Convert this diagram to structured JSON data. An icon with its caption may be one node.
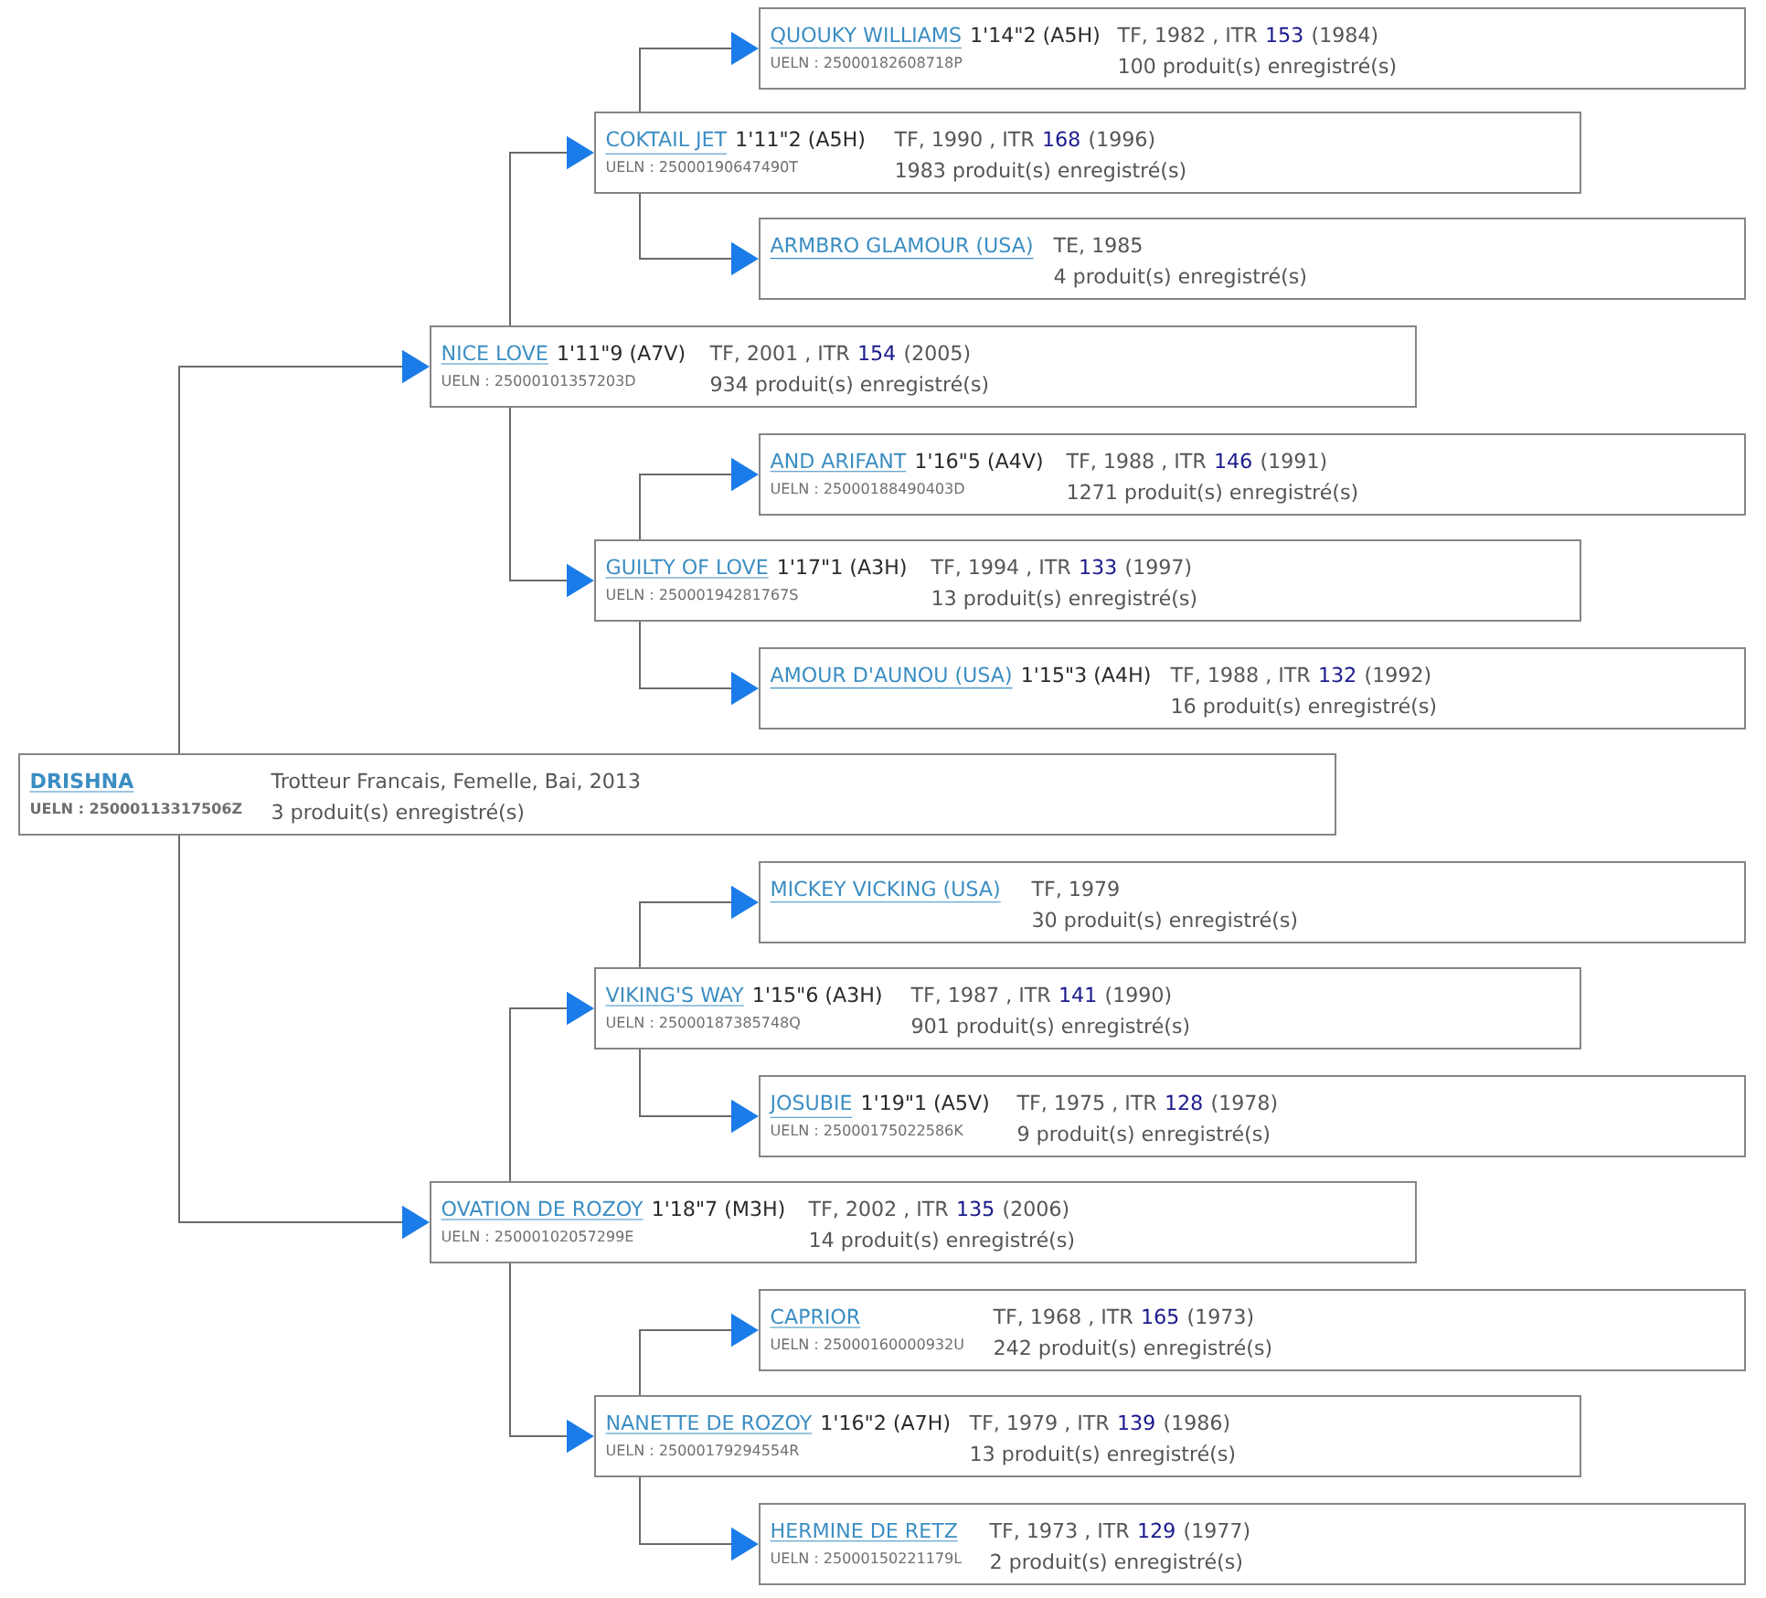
{
  "diagram": {
    "nodes": [
      {
        "text": [
          "QUOUKY WILLIAMS",
          "1'14\"2 (A5H)",
          "UELN : 25000182608718P",
          "TF, 1982 , ITR",
          "153",
          "(1984)",
          "100 produit(s) enregistré(s)"
        ]
      },
      {
        "text": [
          "COKTAIL JET",
          "1'11\"2 (A5H)",
          "UELN : 25000190647490T",
          "TF, 1990 , ITR",
          "168",
          "(1996)",
          "1983 produit(s) enregistré(s)"
        ]
      },
      {
        "text": [
          "ARMBRO GLAMOUR (USA)",
          "TE, 1985",
          "4 produit(s) enregistré(s)"
        ]
      },
      {
        "text": [
          "NICE LOVE",
          "1'11\"9 (A7V)",
          "UELN : 25000101357203D",
          "TF, 2001 , ITR",
          "154",
          "(2005)",
          "934 produit(s) enregistré(s)"
        ]
      },
      {
        "text": [
          "AND ARIFANT",
          "1'16\"5 (A4V)",
          "UELN : 25000188490403D",
          "TF, 1988 , ITR",
          "146",
          "(1991)",
          "1271 produit(s) enregistré(s)"
        ]
      },
      {
        "text": [
          "GUILTY OF LOVE",
          "1'17\"1 (A3H)",
          "UELN : 25000194281767S",
          "TF, 1994 , ITR",
          "133",
          "(1997)",
          "13 produit(s) enregistré(s)"
        ]
      },
      {
        "text": [
          "AMOUR D'AUNOU (USA)",
          "1'15\"3 (A4H)",
          "TF, 1988 , ITR",
          "132",
          "(1992)",
          "16 produit(s) enregistré(s)"
        ]
      },
      {
        "text": [
          "DRISHNA",
          "UELN : 25000113317506Z",
          "Trotteur Francais, Femelle, Bai, 2013",
          "3 produit(s) enregistré(s)"
        ]
      },
      {
        "text": [
          "MICKEY VICKING (USA)",
          "TF, 1979",
          "30 produit(s) enregistré(s)"
        ]
      },
      {
        "text": [
          "VIKING'S WAY",
          "1'15\"6 (A3H)",
          "UELN : 25000187385748Q",
          "TF, 1987 , ITR",
          "141",
          "(1990)",
          "901 produit(s) enregistré(s)"
        ]
      },
      {
        "text": [
          "JOSUBIE",
          "1'19\"1 (A5V)",
          "UELN : 25000175022586K",
          "TF, 1975 , ITR",
          "128",
          "(1978)",
          "9 produit(s) enregistré(s)"
        ]
      },
      {
        "text": [
          "OVATION DE ROZOY",
          "1'18\"7 (M3H)",
          "UELN : 25000102057299E",
          "TF, 2002 , ITR",
          "135",
          "(2006)",
          "14 produit(s) enregistré(s)"
        ]
      },
      {
        "text": [
          "CAPRIOR",
          "UELN : 25000160000932U",
          "TF, 1968 , ITR",
          "165",
          "(1973)",
          "242 produit(s) enregistré(s)"
        ]
      },
      {
        "text": [
          "NANETTE DE ROZOY",
          "1'16\"2 (A7H)",
          "UELN : 25000179294554R",
          "TF, 1979 , ITR",
          "139",
          "(1986)",
          "13 produit(s) enregistré(s)"
        ]
      },
      {
        "text": [
          "HERMINE DE RETZ",
          "UELN : 25000150221179L",
          "TF, 1973 , ITR",
          "129",
          "(1977)",
          "2 produit(s) enregistré(s)"
        ]
      }
    ],
    "edges": [
      {
        "from": 7,
        "to": 3,
        "arrow": "to"
      },
      {
        "from": 7,
        "to": 11,
        "arrow": "to"
      },
      {
        "from": 3,
        "to": 1,
        "arrow": "to"
      },
      {
        "from": 3,
        "to": 5,
        "arrow": "to"
      },
      {
        "from": 1,
        "to": 0,
        "arrow": "to"
      },
      {
        "from": 1,
        "to": 2,
        "arrow": "to"
      },
      {
        "from": 5,
        "to": 4,
        "arrow": "to"
      },
      {
        "from": 5,
        "to": 6,
        "arrow": "to"
      },
      {
        "from": 11,
        "to": 9,
        "arrow": "to"
      },
      {
        "from": 11,
        "to": 13,
        "arrow": "to"
      },
      {
        "from": 9,
        "to": 8,
        "arrow": "to"
      },
      {
        "from": 9,
        "to": 10,
        "arrow": "to"
      },
      {
        "from": 13,
        "to": 12,
        "arrow": "to"
      },
      {
        "from": 13,
        "to": 14,
        "arrow": "to"
      }
    ]
  }
}
